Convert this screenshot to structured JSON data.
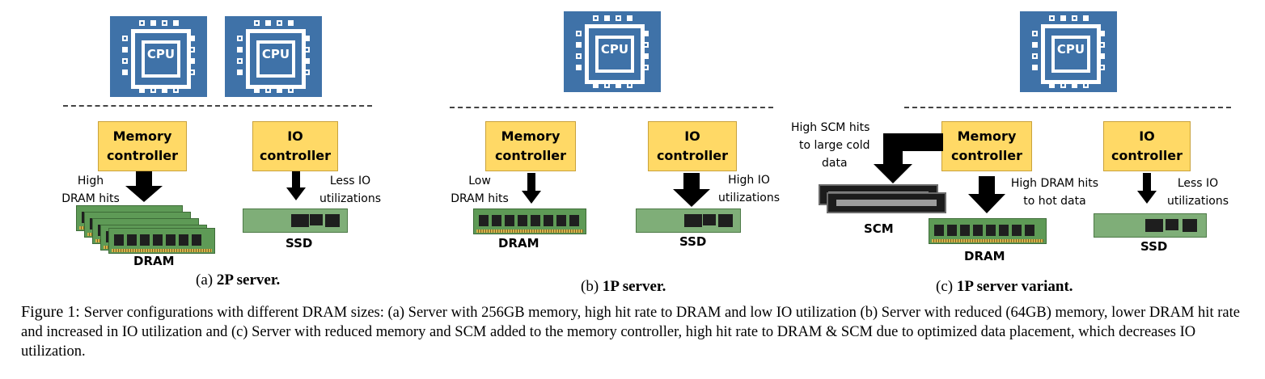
{
  "cpu_label": "CPU",
  "panels": {
    "a": {
      "memory_controller": "Memory controller",
      "io_controller": "IO controller",
      "mem_annotation_1": "High",
      "mem_annotation_2": "DRAM hits",
      "io_annotation_1": "Less IO",
      "io_annotation_2": "utilizations",
      "dram_label": "DRAM",
      "ssd_label": "SSD",
      "caption_prefix": "(a) ",
      "caption_bold": "2P server."
    },
    "b": {
      "memory_controller": "Memory controller",
      "io_controller": "IO controller",
      "mem_annotation_1": "Low",
      "mem_annotation_2": "DRAM hits",
      "io_annotation_1": "High IO",
      "io_annotation_2": "utilizations",
      "dram_label": "DRAM",
      "ssd_label": "SSD",
      "caption_prefix": "(b) ",
      "caption_bold": "1P server."
    },
    "c": {
      "memory_controller": "Memory controller",
      "io_controller": "IO controller",
      "scm_annotation_1": "High SCM hits",
      "scm_annotation_2": "to large cold",
      "scm_annotation_3": "data",
      "mem_annotation_1": "High DRAM hits",
      "mem_annotation_2": "to hot data",
      "io_annotation_1": "Less IO",
      "io_annotation_2": "utilizations",
      "scm_label": "SCM",
      "dram_label": "DRAM",
      "ssd_label": "SSD",
      "caption_prefix": "(c) ",
      "caption_bold": "1P server variant."
    }
  },
  "figure_caption": {
    "prefix": "Figure 1: ",
    "text": "Server configurations with different DRAM sizes: (a) Server with 256GB memory, high hit rate to DRAM and low IO utilization (b) Server with reduced (64GB) memory, lower DRAM hit rate and increased in IO utilization and (c) Server with reduced memory and SCM added to the memory controller, high hit rate to DRAM & SCM due to optimized data placement, which decreases IO utilization."
  },
  "colors": {
    "cpu_fill": "#3f72a8",
    "controller_fill": "#ffd966",
    "dram_green": "#5e9a56"
  },
  "icons": [
    "cpu-icon",
    "dram-module",
    "ssd-module",
    "scm-module",
    "down-arrow-icon"
  ]
}
